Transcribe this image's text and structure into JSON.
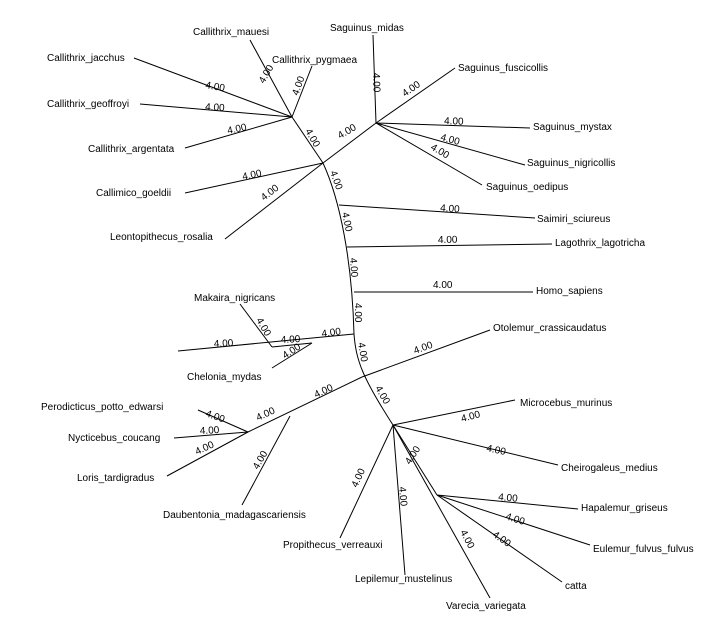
{
  "tree": {
    "taxa": [
      "Callithrix_mauesi",
      "Callithrix_pygmaea",
      "Callithrix_jacchus",
      "Callithrix_geoffroyi",
      "Callithrix_argentata",
      "Callimico_goeldii",
      "Leontopithecus_rosalia",
      "Saguinus_midas",
      "Saguinus_fuscicollis",
      "Saguinus_mystax",
      "Saguinus_nigricollis",
      "Saguinus_oedipus",
      "Saimiri_sciureus",
      "Lagothrix_lagotricha",
      "Homo_sapiens",
      "Makaira_nigricans",
      "Chelonia_mydas",
      "Otolemur_crassicaudatus",
      "Perodicticus_potto_edwarsi",
      "Nycticebus_coucang",
      "Loris_tardigradus",
      "Daubentonia_madagascariensis",
      "Microcebus_murinus",
      "Cheirogaleus_medius",
      "Hapalemur_griseus",
      "Eulemur_fulvus_fulvus",
      "catta",
      "Propithecus_verreauxi",
      "Lepilemur_mustelinus",
      "Varecia_variegata"
    ],
    "branch_label": "4.00"
  }
}
